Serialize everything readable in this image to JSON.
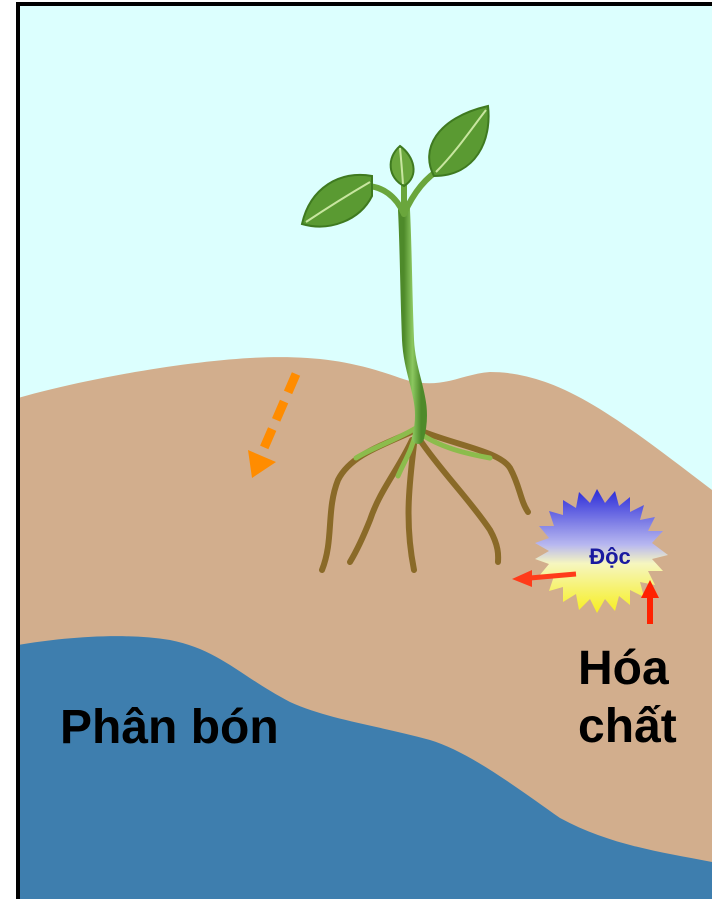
{
  "labels": {
    "fertilizer": "Phân bón",
    "chemical": "Hóa chất",
    "toxic": "Độc"
  },
  "colors": {
    "sky": "#dcfffe",
    "soil": "#d2ae8d",
    "water": "#3e7eae",
    "frame": "#000000",
    "fertilizer_arrow": "#ff8c00",
    "chemical_arrow": "#ff2200",
    "leaf": "#5a9a32",
    "root": "#8a6a28"
  },
  "icons": {
    "plant": "seedling-icon",
    "toxic_burst": "starburst-icon"
  }
}
